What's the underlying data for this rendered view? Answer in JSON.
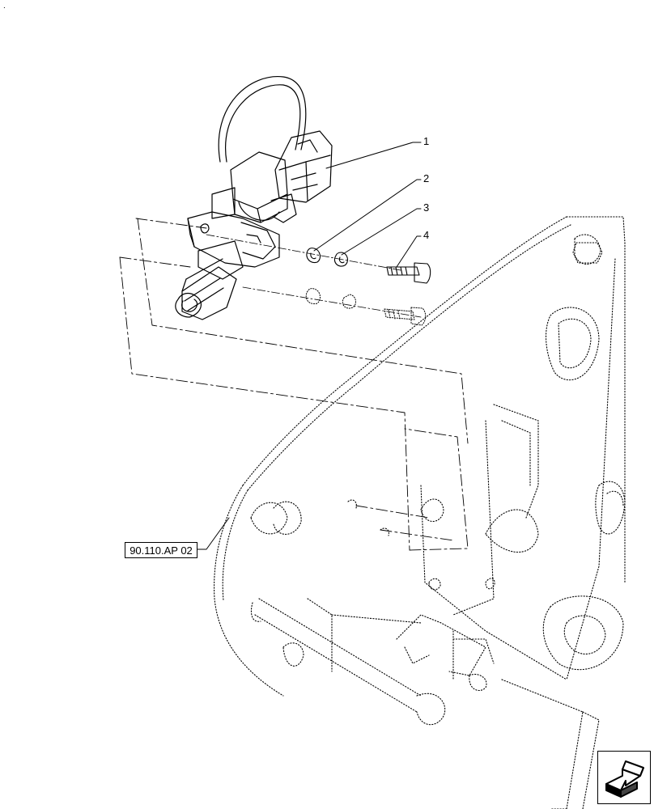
{
  "callouts": [
    {
      "number": "1"
    },
    {
      "number": "2"
    },
    {
      "number": "3"
    },
    {
      "number": "4"
    }
  ],
  "reference": {
    "label": "90.110.AP 02"
  },
  "corner_mark": ".",
  "icons": {
    "nav": "next-page-arrow-icon"
  }
}
